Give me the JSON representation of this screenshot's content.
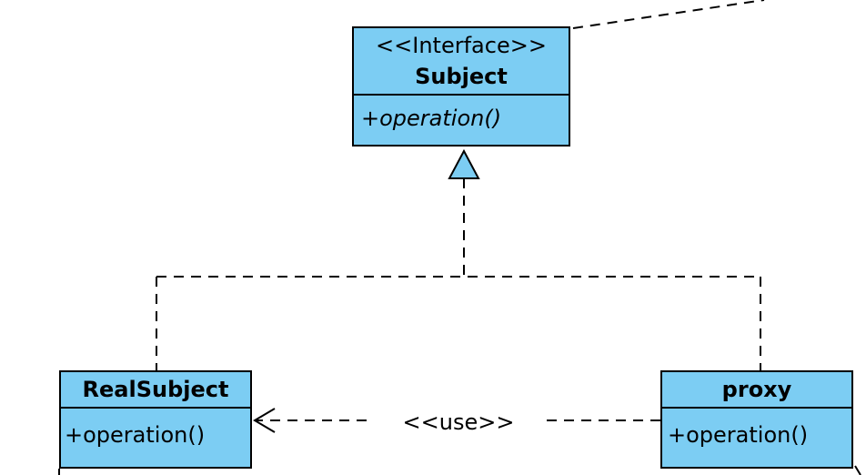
{
  "diagram": {
    "type": "uml-class-diagram",
    "fill_color": "#7ccdf3",
    "line_color": "#000000",
    "subject": {
      "stereotype": "<<Interface>>",
      "name": "Subject",
      "operations": [
        "+operation()"
      ]
    },
    "real_subject": {
      "name": "RealSubject",
      "operations": [
        "+operation()"
      ]
    },
    "proxy": {
      "name": "proxy",
      "operations": [
        "+operation()"
      ]
    },
    "relations": [
      {
        "from": "RealSubject",
        "to": "Subject",
        "kind": "realization"
      },
      {
        "from": "proxy",
        "to": "Subject",
        "kind": "realization"
      },
      {
        "from": "proxy",
        "to": "RealSubject",
        "kind": "dependency",
        "label": "<<use>>"
      }
    ]
  }
}
